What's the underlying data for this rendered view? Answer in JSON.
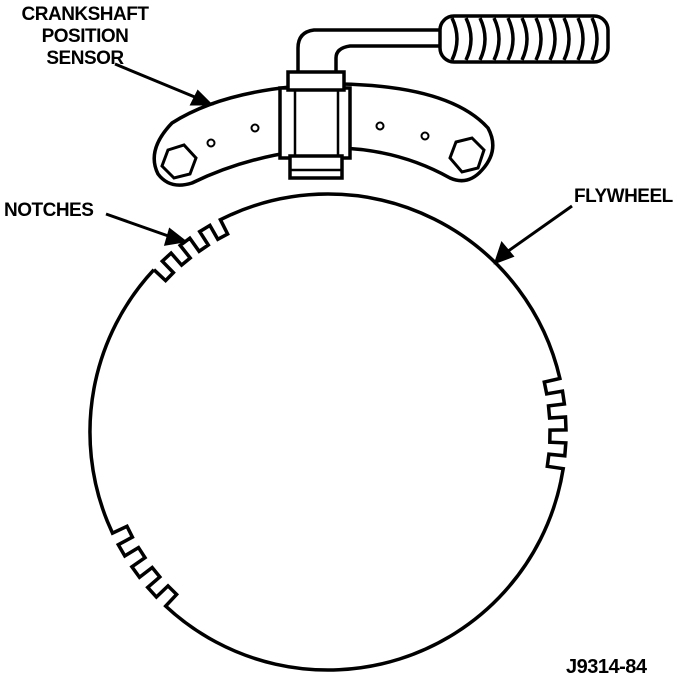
{
  "labels": {
    "sensor_line1": "CRANKSHAFT",
    "sensor_line2": "POSITION",
    "sensor_line3": "SENSOR",
    "notches": "NOTCHES",
    "flywheel": "FLYWHEEL",
    "figure_code": "J9314-84"
  },
  "colors": {
    "ink": "#000000",
    "background": "#ffffff"
  }
}
